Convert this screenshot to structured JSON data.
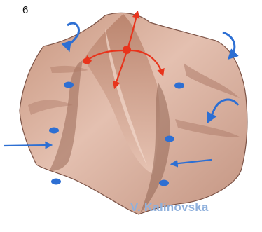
{
  "figure": {
    "step_number": "6",
    "credit": "V. Kalinovska"
  },
  "colors": {
    "fabric_light": "#dfb7a6",
    "fabric_mid": "#c99a86",
    "fabric_shadow": "#9a6a58",
    "fabric_highlight": "#f2d8cc",
    "red_arrows": "#e8341c",
    "blue_marks": "#2d6fd3",
    "credit_text": "#8fb0dc"
  },
  "icons": {
    "center_point": "red-dot",
    "outward_arrows": "red-radiating-arrows",
    "push_arrows": "blue-straight-arrows",
    "twist_arrows": "blue-curved-arrows",
    "markers": "blue-oval-markers"
  }
}
